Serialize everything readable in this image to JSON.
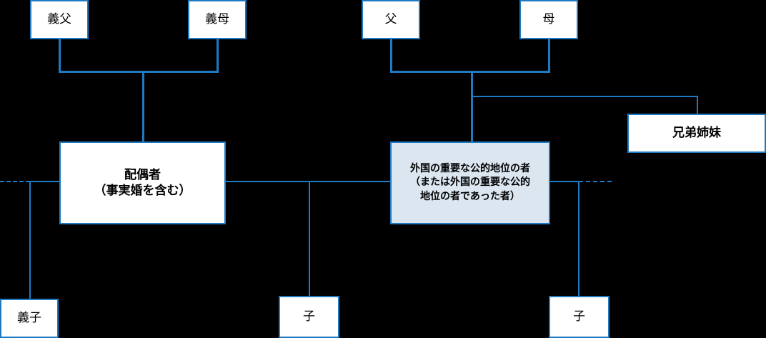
{
  "diagram": {
    "title": "外国PEPs 家族関係図",
    "background_color": "#000000",
    "line_color": "#1f7ac4",
    "box_fill": "#ffffff",
    "highlight_fill": "#dce6f1",
    "text_color": "#000000"
  },
  "nodes": {
    "father_in_law": {
      "label": "義父"
    },
    "mother_in_law": {
      "label": "義母"
    },
    "father": {
      "label": "父"
    },
    "mother": {
      "label": "母"
    },
    "siblings": {
      "label": "兄弟姉妹"
    },
    "spouse": {
      "label": "配偶者\n（事実婚を含む）"
    },
    "pep": {
      "label": "外国の重要な公的地位の者\n（または外国の重要な公的\n地位の者であった者）"
    },
    "stepchild": {
      "label": "義子"
    },
    "child_center": {
      "label": "子"
    },
    "child_right": {
      "label": "子"
    }
  }
}
